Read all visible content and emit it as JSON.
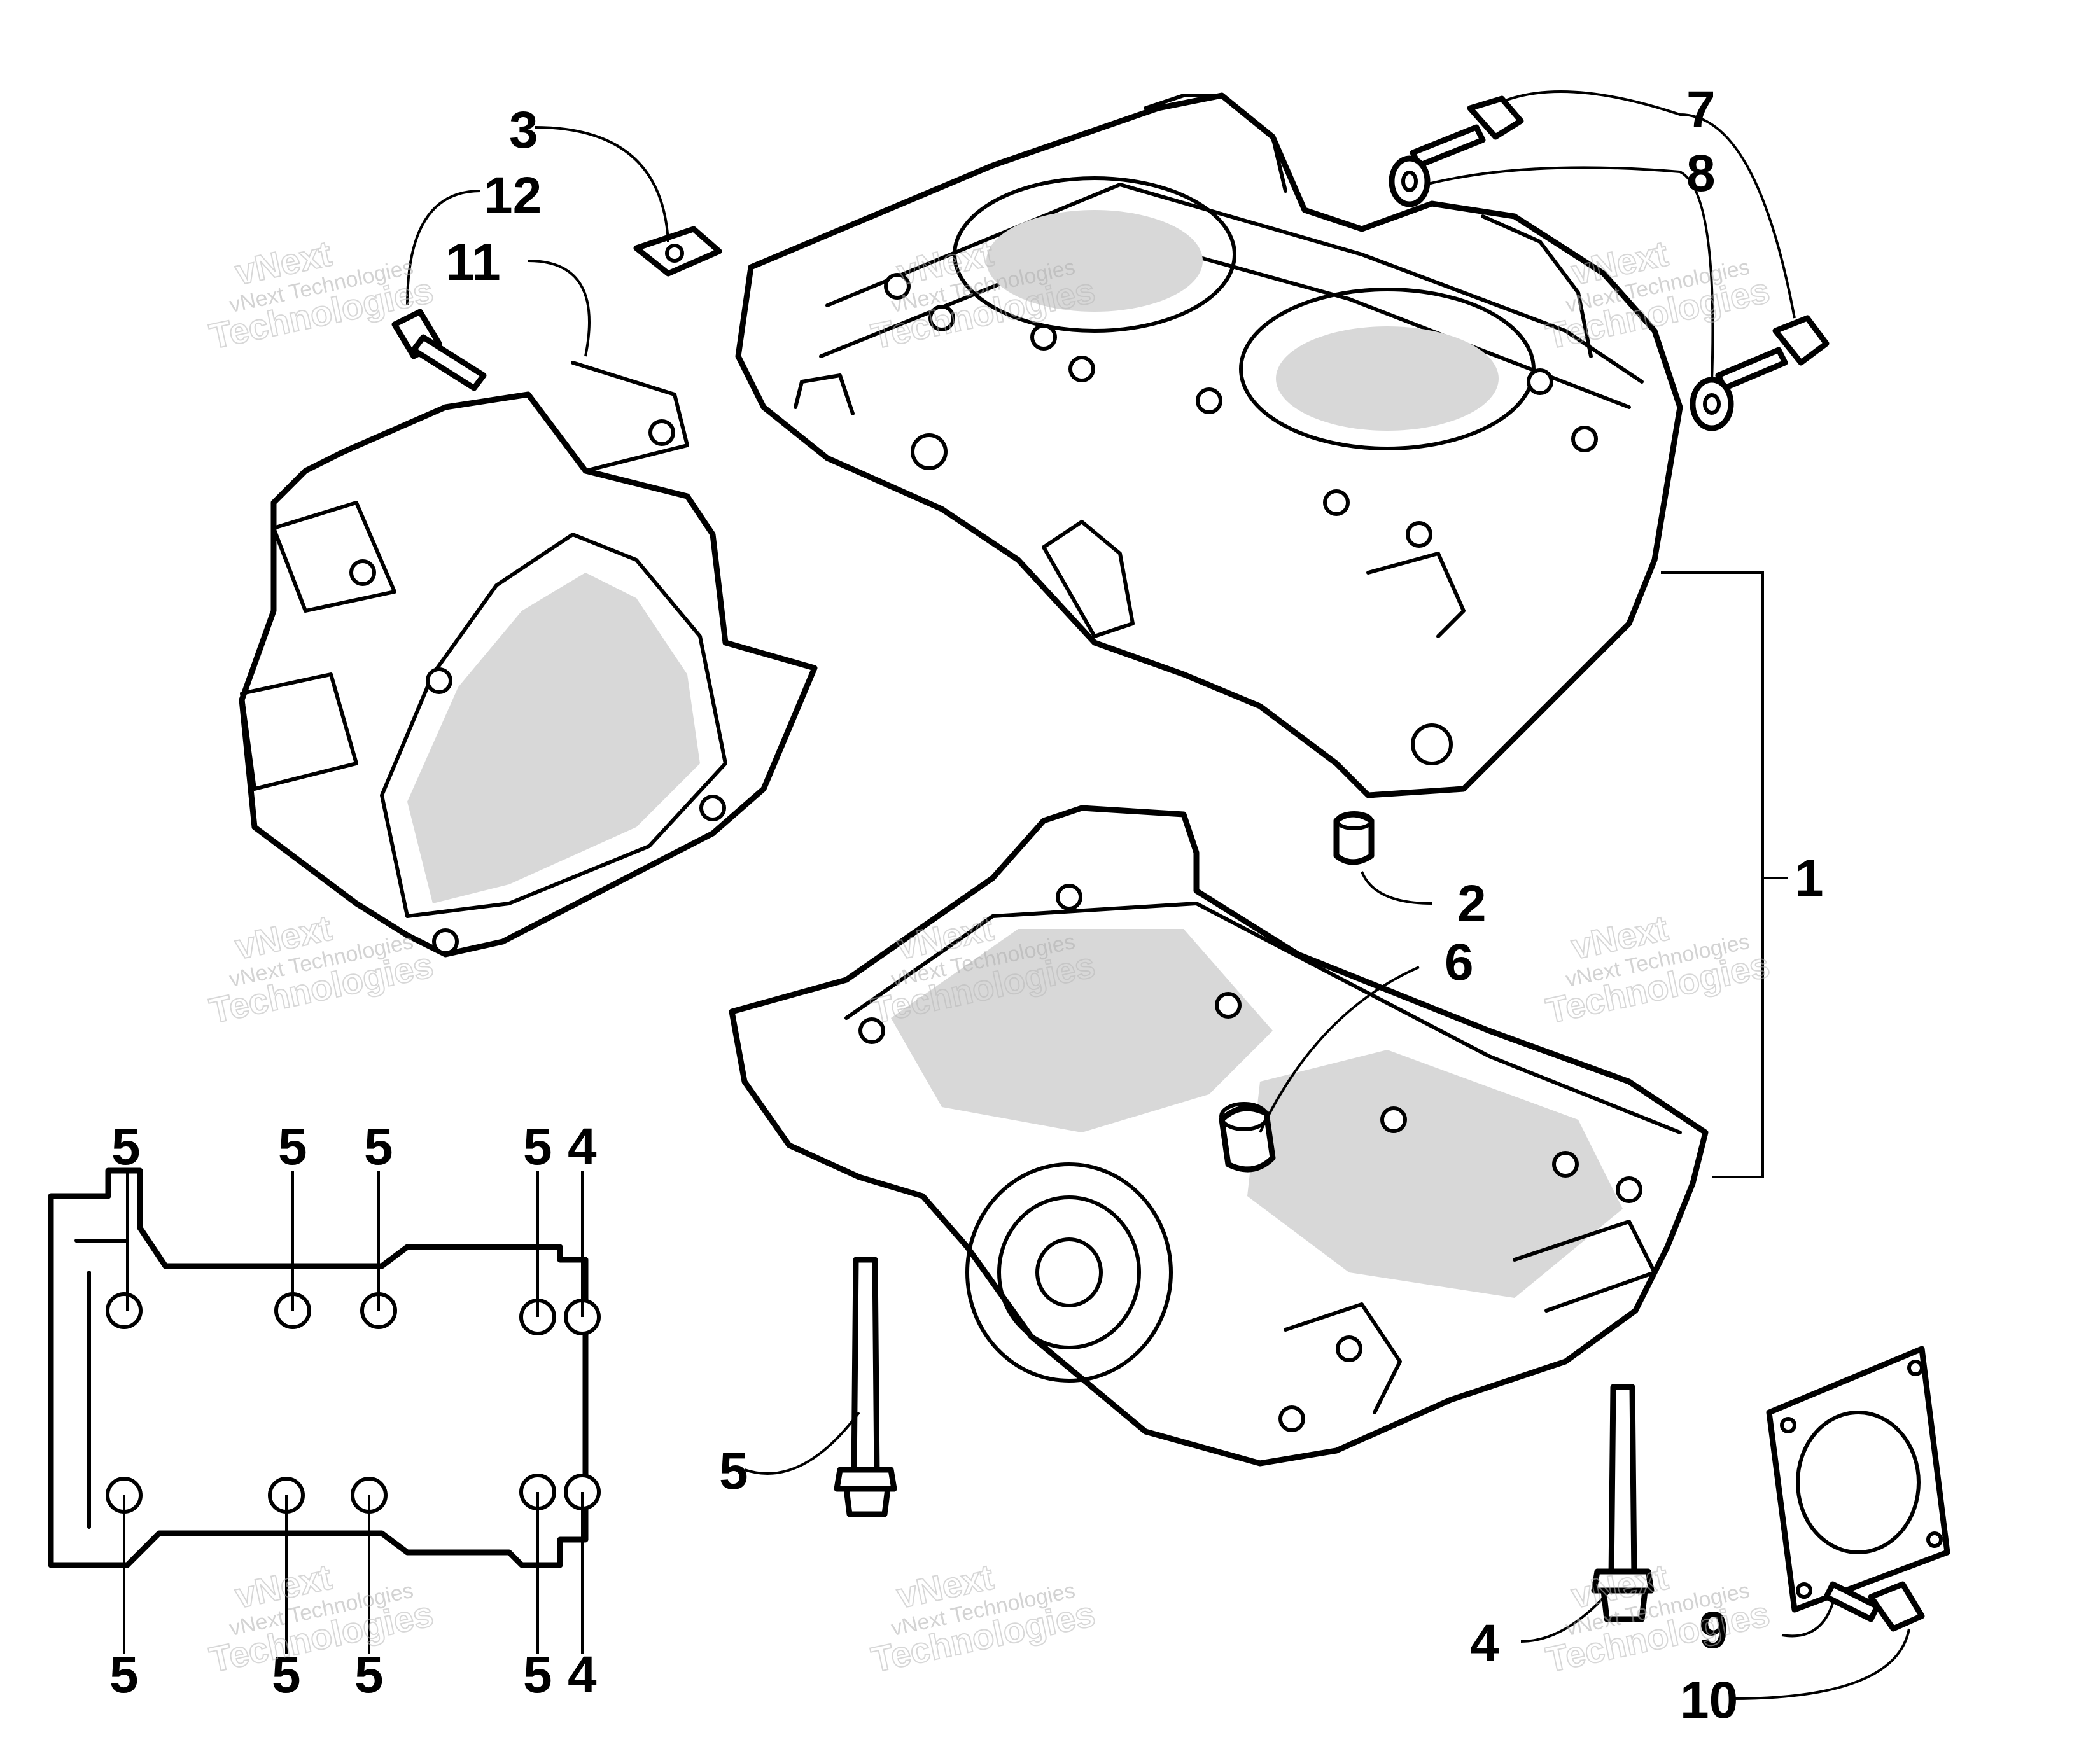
{
  "callouts": {
    "c1": "1",
    "c2": "2",
    "c3": "3",
    "c4": "4",
    "c5": "5",
    "c6": "6",
    "c7": "7",
    "c8": "8",
    "c9": "9",
    "c10": "10",
    "c11": "11",
    "c12": "12",
    "inset_top": [
      "5",
      "5",
      "5",
      "5",
      "4"
    ],
    "inset_bottom": [
      "5",
      "5",
      "5",
      "5",
      "4"
    ]
  },
  "watermark": {
    "line1": "vNext Technologies",
    "line2": "vNext",
    "line3": "Technologies"
  }
}
